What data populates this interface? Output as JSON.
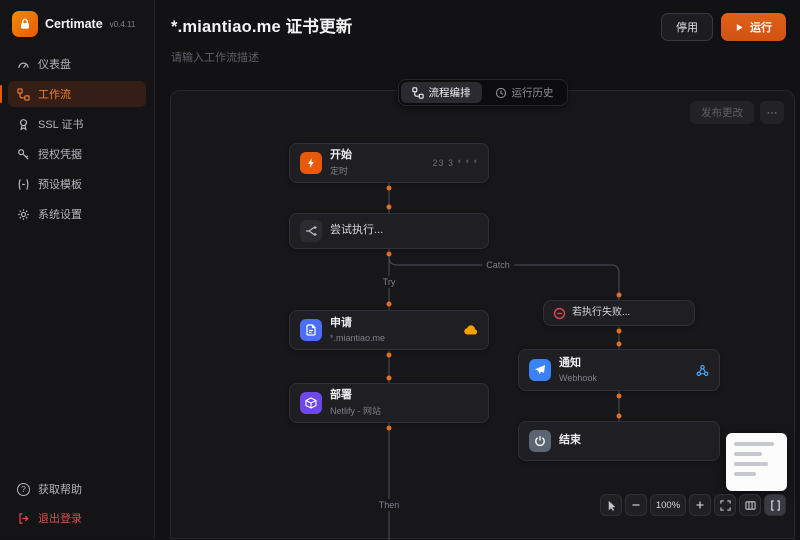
{
  "app": {
    "name": "Certimate",
    "version": "v0.4.11"
  },
  "sidebar": {
    "items": [
      {
        "label": "仪表盘"
      },
      {
        "label": "工作流"
      },
      {
        "label": "SSL 证书"
      },
      {
        "label": "授权凭据"
      },
      {
        "label": "预设模板"
      },
      {
        "label": "系统设置"
      }
    ],
    "help": "获取帮助",
    "logout": "退出登录"
  },
  "header": {
    "title": "*.miantiao.me 证书更新",
    "description": "请输入工作流描述",
    "stop_button": "停用",
    "run_button": "运行"
  },
  "tabs": {
    "design": "流程编排",
    "history": "运行历史"
  },
  "canvas": {
    "publish_button": "发布更改",
    "more_button": "···",
    "nodes": {
      "start": {
        "title": "开始",
        "subtitle": "定时",
        "meta": "23 3 * * *"
      },
      "try": {
        "title": "尝试执行..."
      },
      "apply": {
        "title": "申请",
        "subtitle": "*.miantiao.me"
      },
      "deploy": {
        "title": "部署",
        "subtitle": "Netlify - 网站"
      },
      "failure": {
        "title": "若执行失败..."
      },
      "notify": {
        "title": "通知",
        "subtitle": "Webhook"
      },
      "end": {
        "title": "结束"
      }
    },
    "edges": {
      "try_label": "Try",
      "catch_label": "Catch",
      "then_label": "Then"
    },
    "controls": {
      "zoom": "100%"
    }
  },
  "icons": {
    "help": "?"
  },
  "colors": {
    "accent": "#e8590c",
    "danger": "#e5484d",
    "node_blue": "#4c6ef5",
    "node_violet": "#7048e8",
    "node_sky": "#3b82f6"
  }
}
